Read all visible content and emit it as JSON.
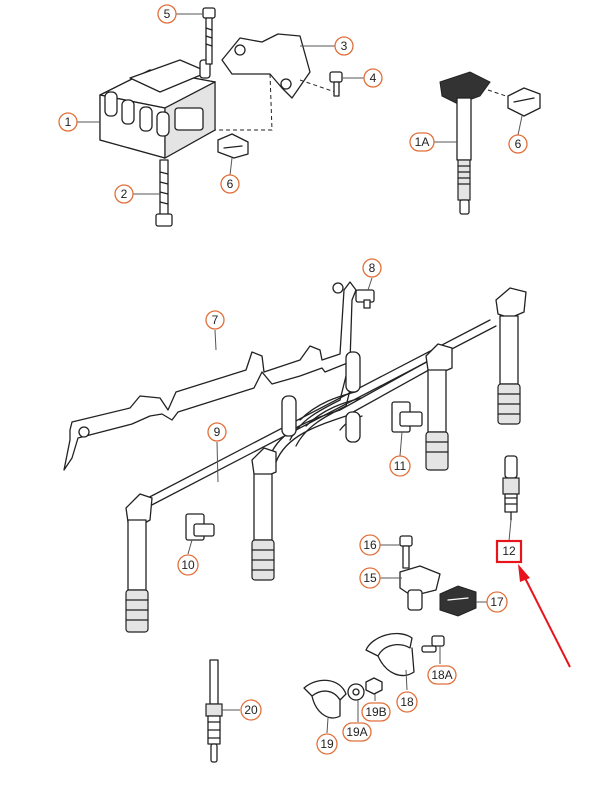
{
  "diagram": {
    "callouts": [
      "1",
      "2",
      "3",
      "4",
      "5",
      "6",
      "6",
      "1A",
      "7",
      "8",
      "9",
      "10",
      "11",
      "12",
      "15",
      "16",
      "17",
      "18",
      "18A",
      "19",
      "19A",
      "19B",
      "20"
    ],
    "highlighted_part": "12",
    "colors": {
      "highlight": "#e8141c",
      "callout_ring": "#e0703a",
      "line": "#222222"
    }
  }
}
